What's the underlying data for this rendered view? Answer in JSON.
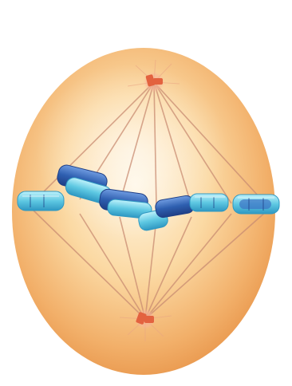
{
  "figure": {
    "subject": "mitotic-metaphase-cell",
    "colors": {
      "background": "#ffffff",
      "cell_center": "#fff1d6",
      "cell_mid": "#f6c27a",
      "cell_edge": "#e8954a",
      "spindle_fibers": "#c98c72",
      "centrosome": "#e3623f",
      "chromosome_dark": "#2e5fb0",
      "chromosome_light": "#6fd6ea"
    },
    "icons": [
      "centrosome-top",
      "centrosome-bottom",
      "metaphase-plate-chromosomes",
      "spindle-fibers"
    ]
  }
}
